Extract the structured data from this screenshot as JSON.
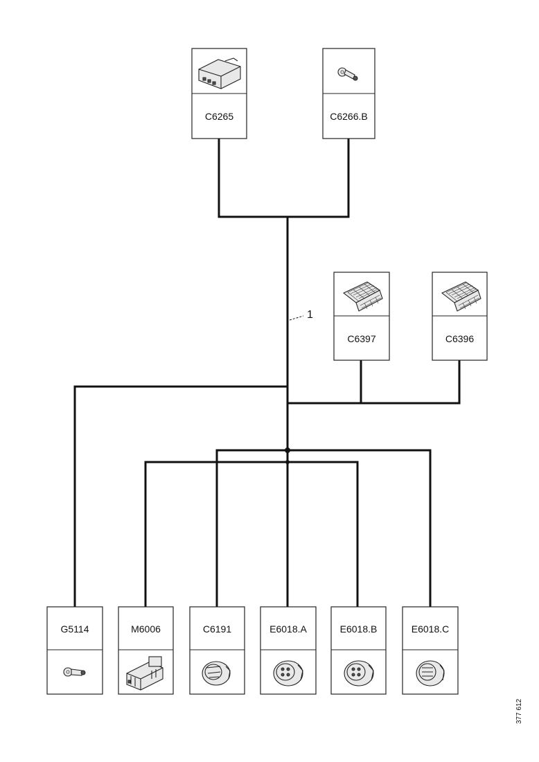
{
  "callout": "1",
  "reference_number": "377 612",
  "connectors": {
    "c6265": {
      "label": "C6265",
      "icon": "control-module-icon"
    },
    "c6266b": {
      "label": "C6266.B",
      "icon": "ring-terminal-icon"
    },
    "c6397": {
      "label": "C6397",
      "icon": "grid-heater-icon"
    },
    "c6396": {
      "label": "C6396",
      "icon": "grid-heater-icon"
    },
    "g5114": {
      "label": "G5114",
      "icon": "ring-terminal-icon"
    },
    "m6006": {
      "label": "M6006",
      "icon": "multi-pin-connector-icon"
    },
    "c6191": {
      "label": "C6191",
      "icon": "round-connector-icon"
    },
    "e6018a": {
      "label": "E6018.A",
      "icon": "round-connector-icon"
    },
    "e6018b": {
      "label": "E6018.B",
      "icon": "round-connector-icon"
    },
    "e6018c": {
      "label": "E6018.C",
      "icon": "round-connector-icon"
    }
  }
}
